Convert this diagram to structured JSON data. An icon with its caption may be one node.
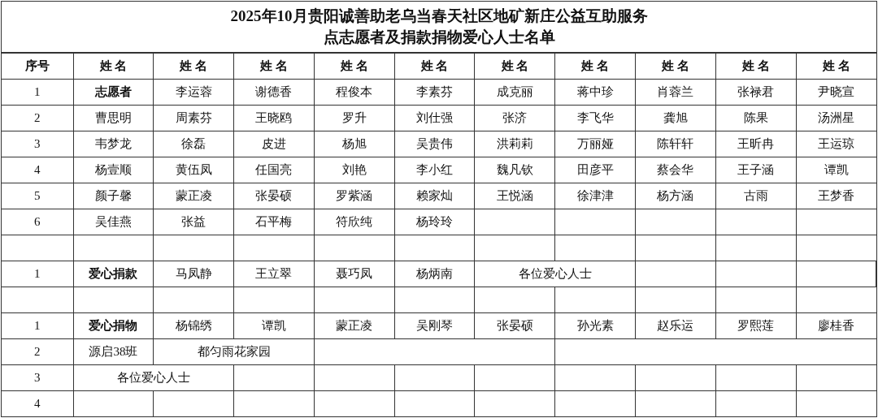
{
  "diagram": {
    "title": "2025年10月贵阳诚善助老乌当春天社区地矿新庄公益互助服务点志愿者及捐款捐物爱心人士名单",
    "labels": [
      "序号",
      "姓 名",
      "姓 名",
      "姓 名",
      "姓 名",
      "姓 名",
      "姓 名",
      "姓 名",
      "姓 名",
      "姓 名",
      "姓 名",
      "1",
      "志愿者",
      "李运蓉",
      "谢德香",
      "程俊本",
      "李素芬",
      "成克丽",
      "蒋中珍",
      "肖蓉兰",
      "张禄君",
      "尹晓宣",
      "2",
      "曹思明",
      "周素芬",
      "王晓鸥",
      "罗升",
      "刘仕强",
      "张济",
      "李飞华",
      "龚旭",
      "陈果",
      "汤洲星",
      "3",
      "韦梦龙",
      "徐磊",
      "皮进",
      "杨旭",
      "吴贵伟",
      "洪莉莉",
      "万丽娅",
      "陈轩轩",
      "王昕冉",
      "王运琼",
      "4",
      "杨壹顺",
      "黄伍凤",
      "任国亮",
      "刘艳",
      "李小红",
      "魏凡钦",
      "田彦平",
      "蔡会华",
      "王子涵",
      "谭凯",
      "5",
      "颜子馨",
      "蒙正凌",
      "张晏硕",
      "罗紫涵",
      "赖家灿",
      "王悦涵",
      "徐津津",
      "杨方涵",
      "古雨",
      "王梦香",
      "6",
      "吴佳燕",
      "张益",
      "石平梅",
      "符欣纯",
      "杨玲玲",
      "1",
      "爱心捐款",
      "马凤静",
      "王立翠",
      "聂巧凤",
      "杨炳南",
      "各位爱心人士",
      "1",
      "爱心捐物",
      "杨锦绣",
      "谭凯",
      "蒙正凌",
      "吴刚琴",
      "张晏硕",
      "孙光素",
      "赵乐运",
      "罗熙莲",
      "廖桂香",
      "2",
      "源启38班",
      "都匀雨花家园",
      "3",
      "各位爱心人士",
      "4"
    ]
  }
}
